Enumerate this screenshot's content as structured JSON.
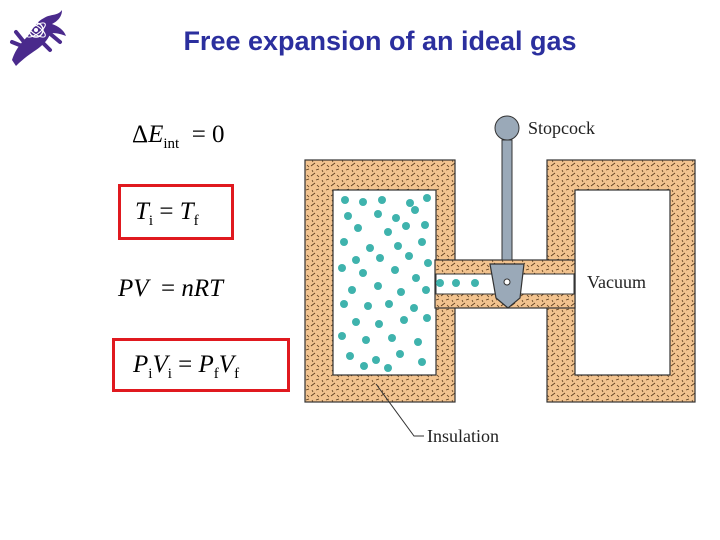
{
  "slide": {
    "title": "Free expansion of an ideal gas"
  },
  "logo": {
    "icon": "purple-lizard-logo-icon",
    "color": "#4a2a8c"
  },
  "equations": {
    "eq1": {
      "delta": "Δ",
      "var": "E",
      "sub": "int",
      "rhs": "= 0"
    },
    "eq2": {
      "lhs": "T",
      "lhs_sub": "i",
      "eq": "=",
      "rhs": "T",
      "rhs_sub": "f",
      "boxed": true
    },
    "eq3": {
      "lhs": "PV",
      "eq": "=",
      "rhs": "nRT"
    },
    "eq4": {
      "p1": "P",
      "v1": "V",
      "s1": "i",
      "eq": "=",
      "p2": "P",
      "s2a": "f",
      "v2": "V",
      "s2b": "f",
      "boxed": true
    }
  },
  "diagram": {
    "labels": {
      "stopcock": "Stopcock",
      "vacuum": "Vacuum",
      "insulation": "Insulation"
    },
    "colors": {
      "insulation": "#f2c38f",
      "gas_particle": "#3fb3ad",
      "valve": "#9aa9b8",
      "box_border": "#333333",
      "highlight_border": "#e0191f",
      "title": "#2b2f9e"
    }
  }
}
